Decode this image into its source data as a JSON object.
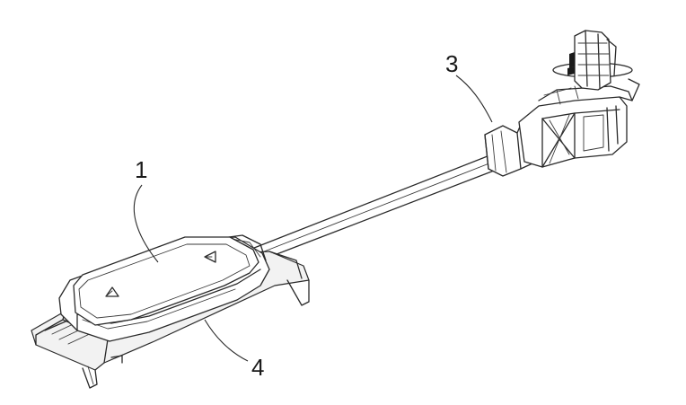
{
  "labels": {
    "part_1": "1",
    "part_3": "3",
    "part_4": "4"
  },
  "colors": {
    "line": "#2a2a2a",
    "background": "#ffffff"
  }
}
